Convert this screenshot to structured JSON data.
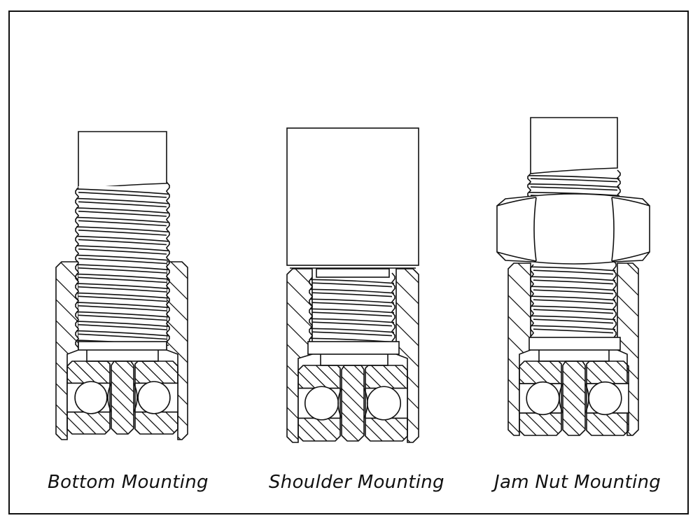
{
  "figure": {
    "title": "Mounting configurations",
    "panels": [
      {
        "id": "bottom",
        "caption": "Bottom Mounting",
        "components": [
          "threaded-stud",
          "hatched-housing",
          "ball-bearing"
        ]
      },
      {
        "id": "shoulder",
        "caption": "Shoulder Mounting",
        "components": [
          "shoulder-shaft",
          "internal-thread",
          "hatched-housing",
          "ball-bearing"
        ]
      },
      {
        "id": "jamnut",
        "caption": "Jam Nut Mounting",
        "components": [
          "threaded-stud",
          "hex-jam-nut",
          "hatched-housing",
          "ball-bearing"
        ]
      }
    ]
  },
  "colors": {
    "line": "#111111",
    "background": "#ffffff"
  }
}
